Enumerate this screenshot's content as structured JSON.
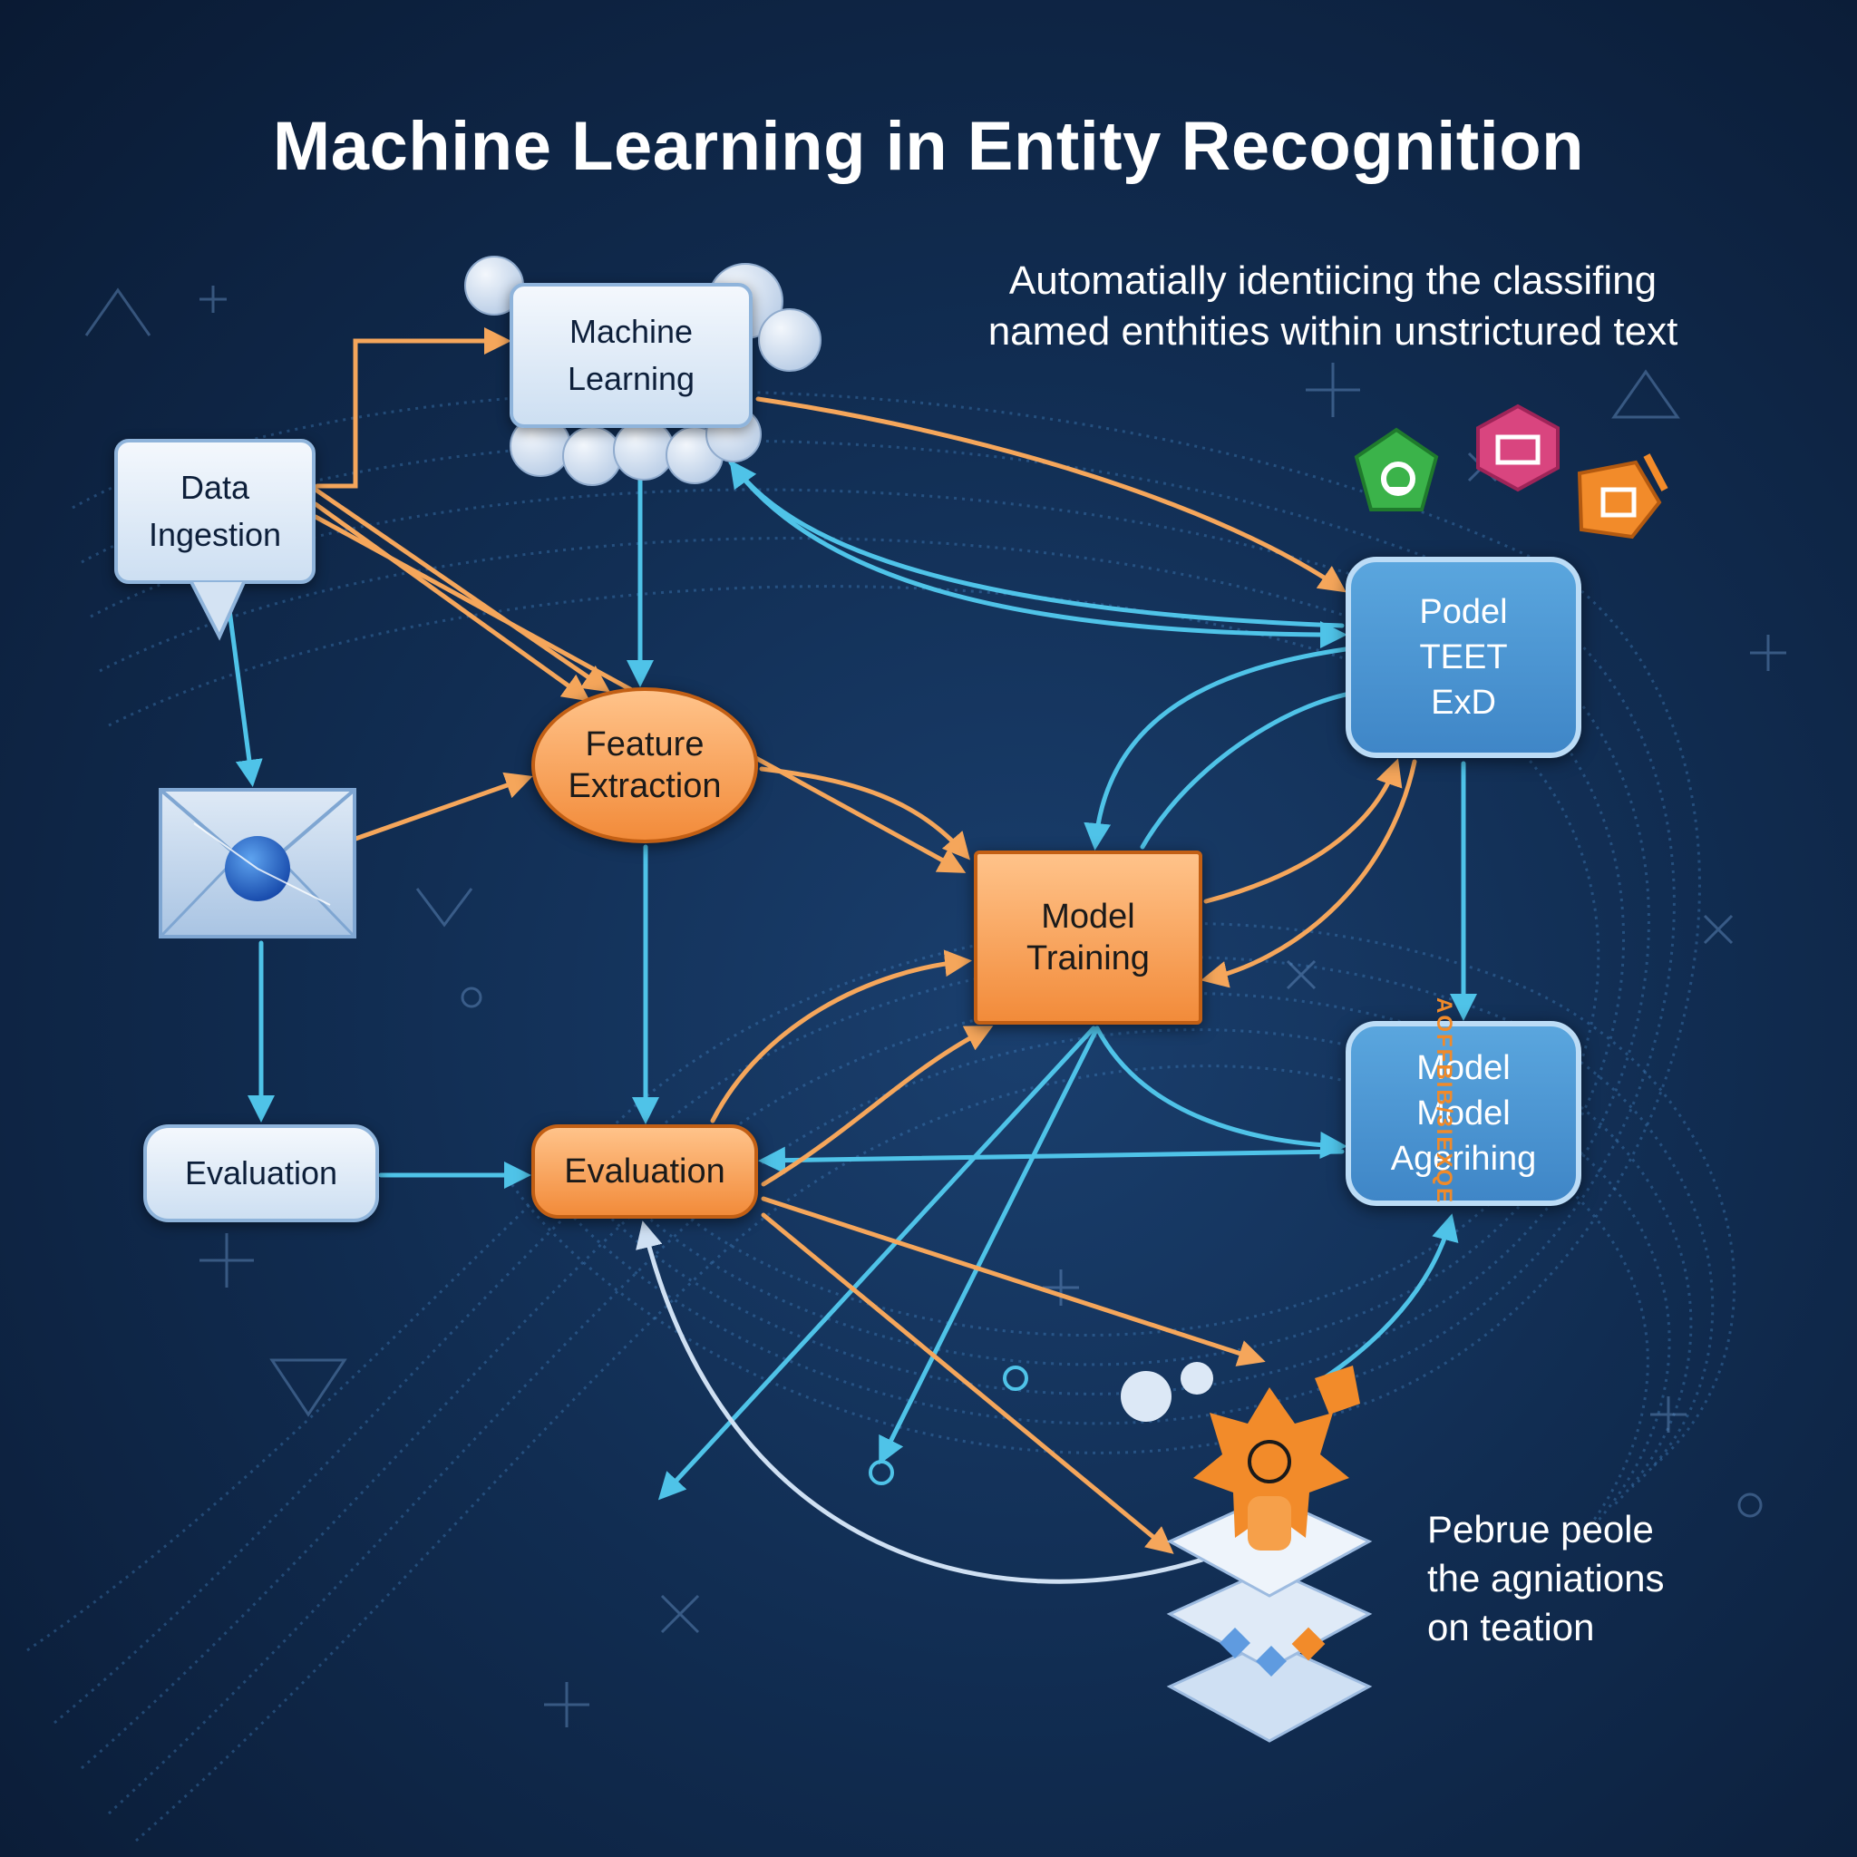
{
  "title": "Machine Learning in Entity Recognition",
  "subtitle": {
    "line1": "Automatially identiicing the classifing",
    "line2": "named enthities within unstrictured text"
  },
  "nodes": {
    "data_ingestion": {
      "line1": "Data",
      "line2": "Ingestion"
    },
    "machine_learning": {
      "line1": "Machine",
      "line2": "Learning"
    },
    "feature_extraction": {
      "line1": "Feature",
      "line2": "Extraction"
    },
    "evaluation_left": {
      "label": "Evaluation"
    },
    "evaluation_center": {
      "label": "Evaluation"
    },
    "model_training": {
      "line1": "Model",
      "line2": "Training"
    },
    "podel_test": {
      "line1": "Podel",
      "line2": "TEET",
      "line3": "ExD"
    },
    "model_agerihing": {
      "line1": "Model",
      "line2": "Model",
      "line3": "Agerihing"
    }
  },
  "footnote": {
    "line1": "Pebrue peole",
    "line2": "the agniations",
    "line3": "on teation"
  },
  "vertical_text": "AOFFBIB/3IEXQE",
  "colors": {
    "background": "#0f2544",
    "accent_orange": "#f28b3a",
    "accent_blue": "#3f86c7",
    "arrow_blue": "#4fc3e8",
    "arrow_orange": "#f5a65b",
    "light_box": "#dbe8f6"
  },
  "icons": [
    "envelope-globe-icon",
    "green-entity-tag-icon",
    "pink-entity-tag-icon",
    "orange-entity-tag-icon",
    "orange-figure-icon"
  ]
}
